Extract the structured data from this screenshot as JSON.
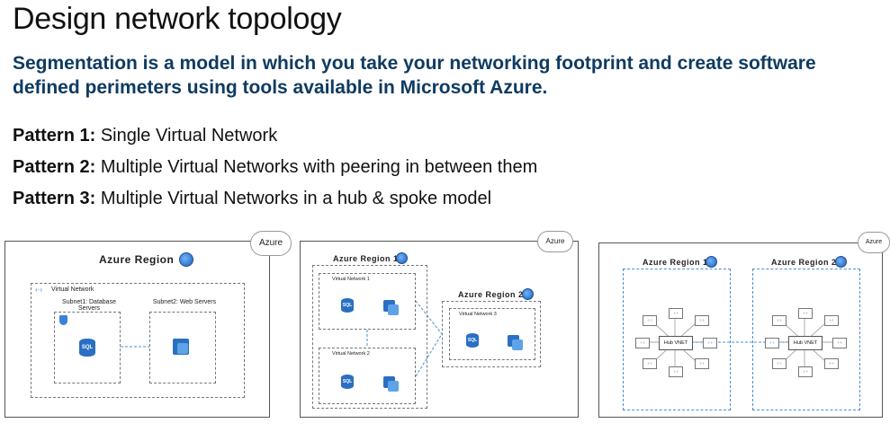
{
  "slide": {
    "title": "Design network topology",
    "subtitle": "Segmentation is a model in which you take your networking footprint and create software defined perimeters using tools available in Microsoft Azure.",
    "patterns": [
      {
        "label": "Pattern 1:",
        "text": "Single Virtual Network"
      },
      {
        "label": "Pattern 2:",
        "text": "Multiple Virtual Networks with peering in between them"
      },
      {
        "label": "Pattern 3:",
        "text": "Multiple Virtual Networks in a hub & spoke model"
      }
    ]
  },
  "diagrams": {
    "cloud_label": "Azure",
    "d1": {
      "region": "Azure Region",
      "vnet": "Virtual Network",
      "subnet1": "Subnet1: Database Servers",
      "subnet2": "Subnet2: Web Servers",
      "sql": "SQL"
    },
    "d2": {
      "region1": "Azure Region 1",
      "region2": "Azure Region 2",
      "vnet1": "Virtual Network 1",
      "vnet2": "Virtual Network 2",
      "vnet3": "Virtual Network 3",
      "sql": "SQL"
    },
    "d3": {
      "region1": "Azure Region 1",
      "region2": "Azure Region 2",
      "hub1": "Hub VNET",
      "hub2": "Hub VNET"
    },
    "icons": {
      "region": "globe-icon",
      "vnet": "vnet-icon",
      "db": "sql-database-icon",
      "web": "web-server-icon",
      "security": "shield-icon"
    }
  }
}
